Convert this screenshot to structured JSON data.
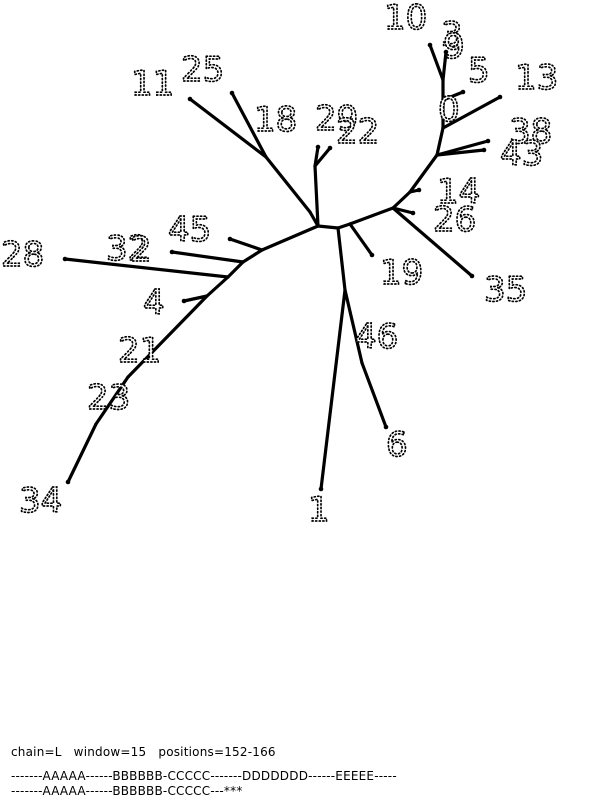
{
  "tree": {
    "labels": [
      "10",
      "3",
      "9",
      "5",
      "13",
      "0",
      "38",
      "43",
      "11",
      "25",
      "18",
      "29",
      "22",
      "14",
      "26",
      "45",
      "32",
      "2",
      "28",
      "19",
      "35",
      "4",
      "46",
      "21",
      "23",
      "6",
      "34",
      "1"
    ]
  },
  "footer": {
    "params": "chain=L   window=15   positions=152-166",
    "seq1": "-------AAAAA------BBBBBB-CCCCC-------DDDDDDD------EEEEE-----",
    "seq2": "-------AAAAA------BBBBBB-CCCCC---***"
  }
}
